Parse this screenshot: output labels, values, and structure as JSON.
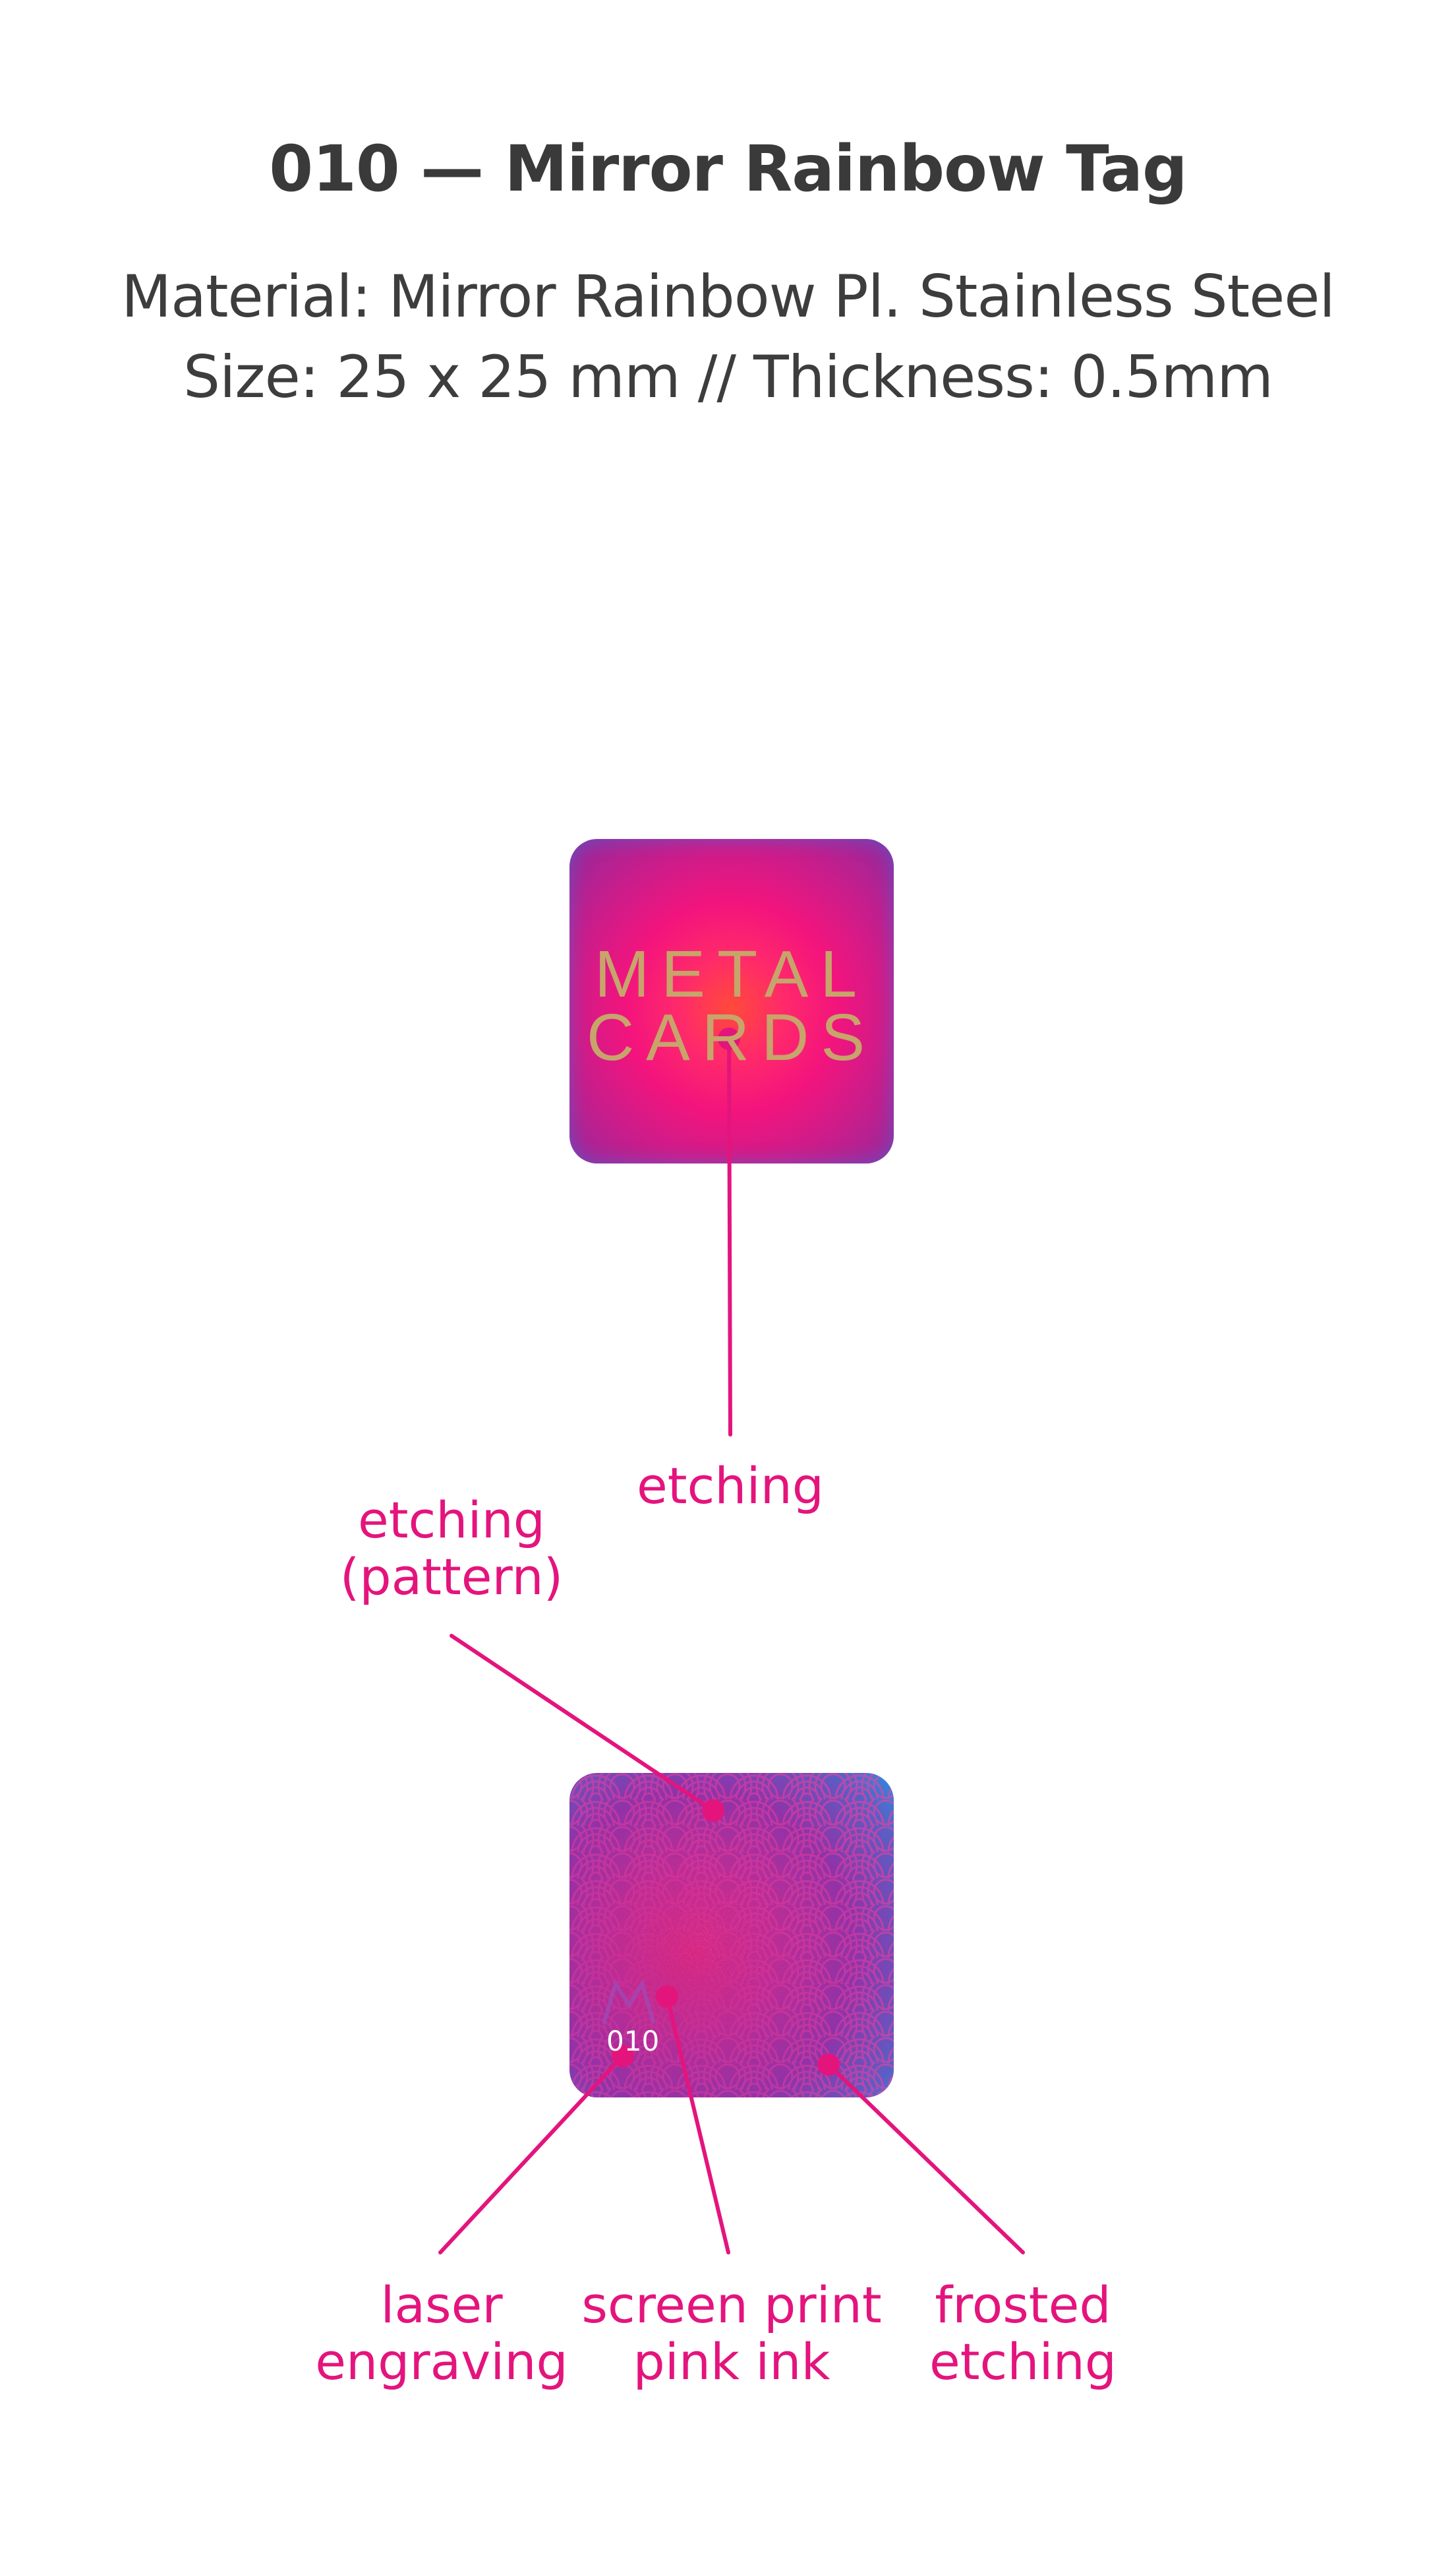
{
  "header": {
    "title": "010 — Mirror Rainbow Tag",
    "spec_line1": "Material: Mirror Rainbow Pl. Stainless Steel",
    "spec_line2": "Size: 25 x 25 mm // Thickness: 0.5mm"
  },
  "front_tag": {
    "logo_line1": "METAL",
    "logo_line2": "CARDS"
  },
  "back_tag": {
    "number": "010"
  },
  "callouts": {
    "etching": "etching",
    "etching_pattern_line1": "etching",
    "etching_pattern_line2": "(pattern)",
    "laser_line1": "laser",
    "laser_line2": "engraving",
    "screen_line1": "screen print",
    "screen_line2": "pink ink",
    "frosted_line1": "frosted",
    "frosted_line2": "etching"
  },
  "colors": {
    "accent": "#e4147d",
    "title": "#3a3a3a",
    "logo_gold": "#c7a46a"
  }
}
